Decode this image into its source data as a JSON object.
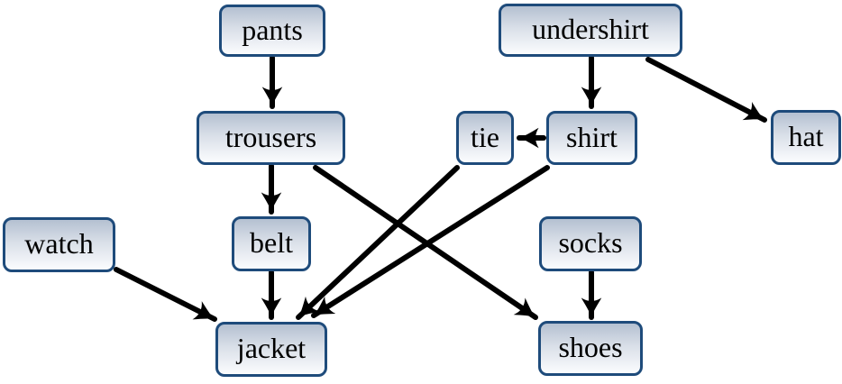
{
  "graph": {
    "nodes": [
      {
        "id": "pants",
        "label": "pants"
      },
      {
        "id": "undershirt",
        "label": "undershirt"
      },
      {
        "id": "trousers",
        "label": "trousers"
      },
      {
        "id": "tie",
        "label": "tie"
      },
      {
        "id": "shirt",
        "label": "shirt"
      },
      {
        "id": "hat",
        "label": "hat"
      },
      {
        "id": "watch",
        "label": "watch"
      },
      {
        "id": "belt",
        "label": "belt"
      },
      {
        "id": "socks",
        "label": "socks"
      },
      {
        "id": "jacket",
        "label": "jacket"
      },
      {
        "id": "shoes",
        "label": "shoes"
      }
    ],
    "edges": [
      {
        "from": "pants",
        "to": "trousers"
      },
      {
        "from": "undershirt",
        "to": "shirt"
      },
      {
        "from": "undershirt",
        "to": "hat"
      },
      {
        "from": "shirt",
        "to": "tie"
      },
      {
        "from": "trousers",
        "to": "belt"
      },
      {
        "from": "trousers",
        "to": "shoes"
      },
      {
        "from": "belt",
        "to": "jacket"
      },
      {
        "from": "watch",
        "to": "jacket"
      },
      {
        "from": "tie",
        "to": "jacket"
      },
      {
        "from": "shirt",
        "to": "jacket"
      },
      {
        "from": "socks",
        "to": "shoes"
      }
    ]
  },
  "colors": {
    "background": "#ffffff",
    "node_border": "#1e4b7b",
    "node_fill_top": "#b4c0d1",
    "node_fill_mid": "#d9dfe8",
    "node_fill_bottom": "#fbfcfe",
    "edge": "#000000",
    "text": "#000000"
  }
}
